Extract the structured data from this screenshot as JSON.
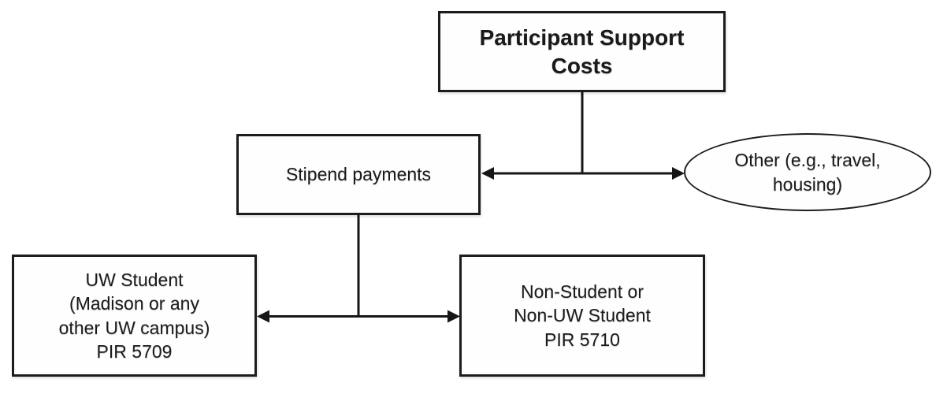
{
  "diagram": {
    "root_node": {
      "label": "Participant Support\nCosts"
    },
    "stipend_node": {
      "label": "Stipend payments"
    },
    "other_node": {
      "label": "Other (e.g., travel,\nhousing)"
    },
    "uw_student_node": {
      "label": "UW Student\n(Madison or any\nother UW campus)\nPIR 5709"
    },
    "non_uw_student_node": {
      "label": "Non-Student or\nNon-UW Student\nPIR 5710"
    }
  },
  "colors": {
    "line": "#161616",
    "border": "#1c1c1c",
    "text": "#1a1a1a",
    "background": "#ffffff"
  }
}
